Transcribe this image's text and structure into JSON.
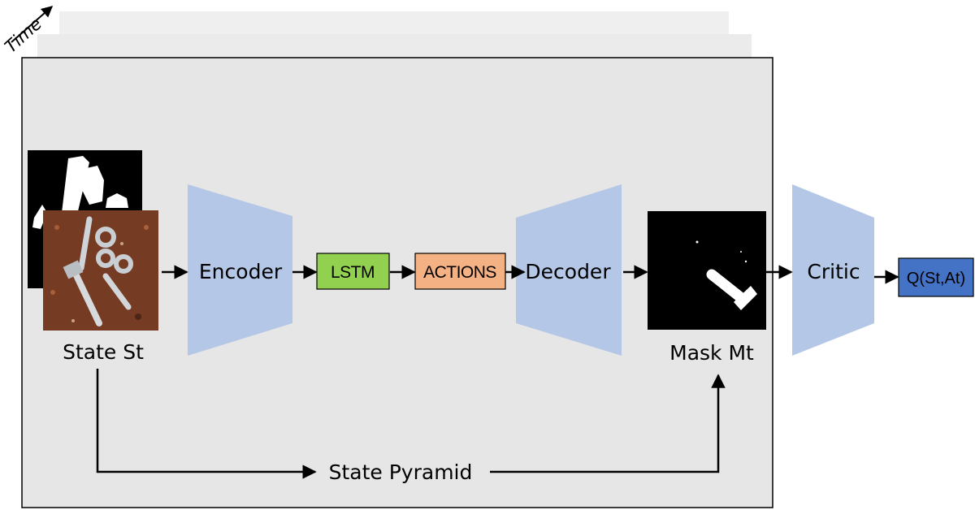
{
  "labels": {
    "time": "Time",
    "state": "State St",
    "encoder": "Encoder",
    "lstm": "LSTM",
    "actions": "ACTIONS",
    "decoder": "Decoder",
    "mask": "Mask Mt",
    "critic": "Critic",
    "q_value": "Q(St,At)",
    "state_pyramid": "State Pyramid"
  },
  "colors": {
    "frame_fill": "#e6e6e6",
    "back_frame_fill": "#efefef",
    "trapezoid_fill": "#b4c7e7",
    "lstm_fill": "#92d050",
    "actions_fill": "#f4b183",
    "q_fill": "#4472c4",
    "mask_fill": "#000000"
  }
}
